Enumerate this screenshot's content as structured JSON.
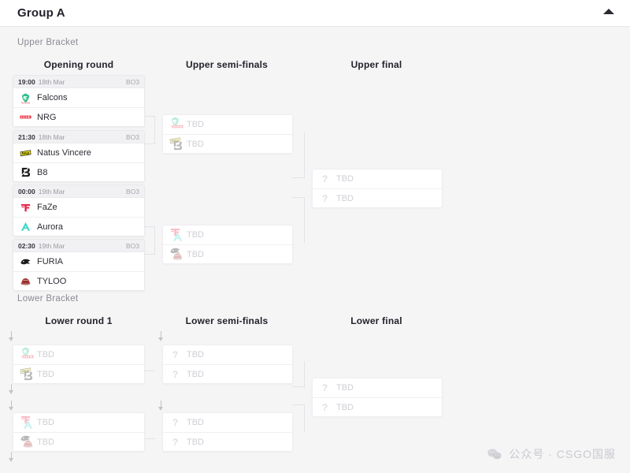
{
  "header": {
    "title": "Group A",
    "collapse_icon": "chevron-up-icon"
  },
  "brackets": {
    "upper_label": "Upper Bracket",
    "lower_label": "Lower Bracket"
  },
  "columns": {
    "upper": [
      "Opening round",
      "Upper semi-finals",
      "Upper final"
    ],
    "lower": [
      "Lower round 1",
      "Lower semi-finals",
      "Lower final"
    ]
  },
  "tbd_label": "TBD",
  "upper_opening": [
    {
      "time": "19:00",
      "date": "18th Mar",
      "format": "BO3",
      "teams": [
        {
          "name": "Falcons",
          "logo": "falcons-logo"
        },
        {
          "name": "NRG",
          "logo": "nrg-logo"
        }
      ]
    },
    {
      "time": "21:30",
      "date": "18th Mar",
      "format": "BO3",
      "teams": [
        {
          "name": "Natus Vincere",
          "logo": "navi-logo"
        },
        {
          "name": "B8",
          "logo": "b8-logo"
        }
      ]
    },
    {
      "time": "00:00",
      "date": "19th Mar",
      "format": "BO3",
      "teams": [
        {
          "name": "FaZe",
          "logo": "faze-logo"
        },
        {
          "name": "Aurora",
          "logo": "aurora-logo"
        }
      ]
    },
    {
      "time": "02:30",
      "date": "19th Mar",
      "format": "BO3",
      "teams": [
        {
          "name": "FURIA",
          "logo": "furia-logo"
        },
        {
          "name": "TYLOO",
          "logo": "tyloo-logo"
        }
      ]
    }
  ],
  "upper_semis": [
    {
      "rows": [
        {
          "name": "TBD",
          "logos": [
            "falcons-logo",
            "nrg-logo"
          ]
        },
        {
          "name": "TBD",
          "logos": [
            "navi-logo",
            "b8-logo"
          ]
        }
      ]
    },
    {
      "rows": [
        {
          "name": "TBD",
          "logos": [
            "faze-logo",
            "aurora-logo"
          ]
        },
        {
          "name": "TBD",
          "logos": [
            "furia-logo",
            "tyloo-logo"
          ]
        }
      ]
    }
  ],
  "upper_final": {
    "rows": [
      {
        "name": "TBD"
      },
      {
        "name": "TBD"
      }
    ]
  },
  "lower_round1": [
    {
      "rows": [
        {
          "name": "TBD",
          "logos": [
            "falcons-logo",
            "nrg-logo"
          ]
        },
        {
          "name": "TBD",
          "logos": [
            "navi-logo",
            "b8-logo"
          ]
        }
      ]
    },
    {
      "rows": [
        {
          "name": "TBD",
          "logos": [
            "faze-logo",
            "aurora-logo"
          ]
        },
        {
          "name": "TBD",
          "logos": [
            "furia-logo",
            "tyloo-logo"
          ]
        }
      ]
    }
  ],
  "lower_semis": [
    {
      "rows": [
        {
          "name": "TBD"
        },
        {
          "name": "TBD"
        }
      ]
    },
    {
      "rows": [
        {
          "name": "TBD"
        },
        {
          "name": "TBD"
        }
      ]
    }
  ],
  "lower_final": {
    "rows": [
      {
        "name": "TBD"
      },
      {
        "name": "TBD"
      }
    ]
  },
  "watermark": {
    "icon": "wechat-icon",
    "text": "公众号 · CSGO国服"
  },
  "colors": {
    "page_bg": "#f5f5f6",
    "card_bg": "#ffffff",
    "line": "#e3e3e7",
    "text": "#22222a",
    "muted": "#8a8a93",
    "tbd": "#cfcfd6",
    "falcons": "#2fc08a",
    "nrg": "#e8313f",
    "navi": "#f0e800",
    "b8": "#1a1a1a",
    "faze": "#e8264a",
    "aurora": "#3fd6c8",
    "furia": "#1a1a1a",
    "tyloo": "#9e2b2b"
  }
}
